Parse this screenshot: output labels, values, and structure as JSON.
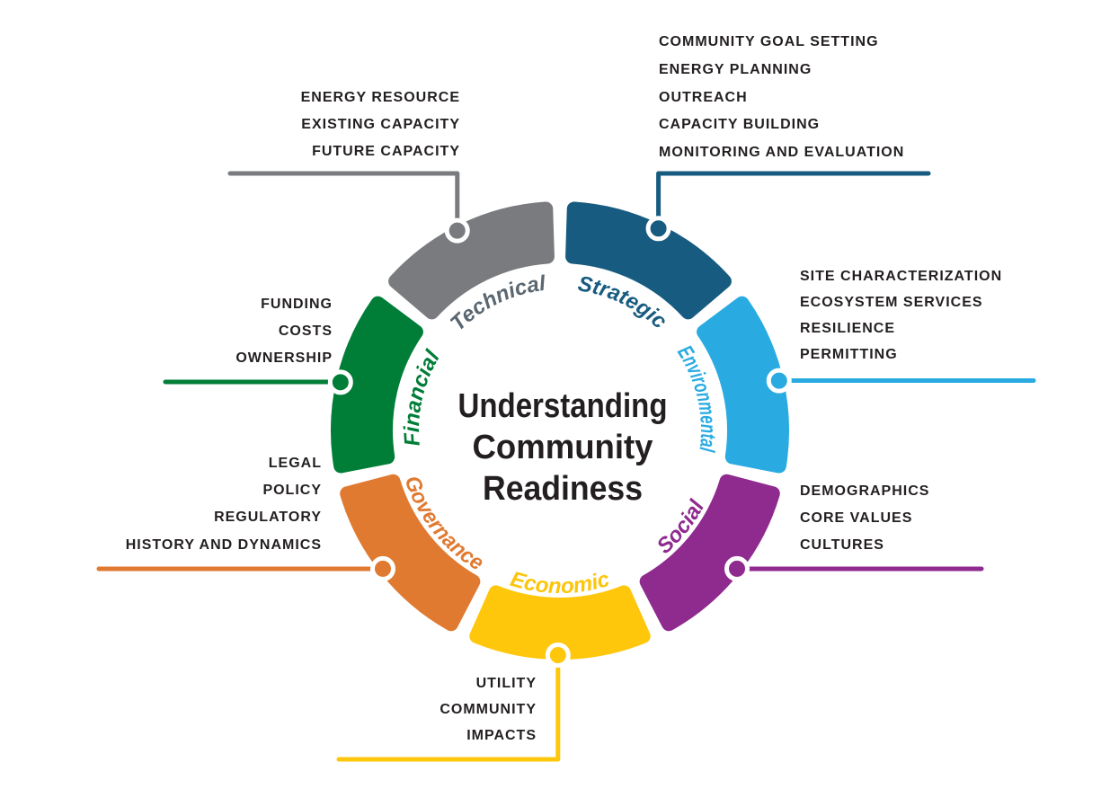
{
  "title": {
    "lines": [
      "Understanding",
      "Community",
      "Readiness"
    ],
    "color": "#231f20"
  },
  "list_text_color": "#231f20",
  "background_color": "#ffffff",
  "segments": [
    {
      "id": "strategic",
      "label": "Strategic",
      "color": "#175c80",
      "label_color": "#175c80",
      "items": [
        "COMMUNITY GOAL SETTING",
        "ENERGY PLANNING",
        "OUTREACH",
        "CAPACITY BUILDING",
        "MONITORING AND EVALUATION"
      ]
    },
    {
      "id": "environmental",
      "label": "Environmental",
      "color": "#29abe2",
      "label_color": "#29abe2",
      "items": [
        "SITE CHARACTERIZATION",
        "ECOSYSTEM SERVICES",
        "RESILIENCE",
        "PERMITTING"
      ]
    },
    {
      "id": "social",
      "label": "Social",
      "color": "#8f2a8f",
      "label_color": "#8f2a8f",
      "items": [
        "DEMOGRAPHICS",
        "CORE VALUES",
        "CULTURES"
      ]
    },
    {
      "id": "economic",
      "label": "Economic",
      "color": "#fec70b",
      "label_color": "#fdc50a",
      "items": [
        "UTILITY",
        "COMMUNITY",
        "IMPACTS"
      ]
    },
    {
      "id": "governance",
      "label": "Governance",
      "color": "#e07a31",
      "label_color": "#e07a31",
      "items": [
        "LEGAL",
        "POLICY",
        "REGULATORY",
        "HISTORY AND DYNAMICS"
      ]
    },
    {
      "id": "financial",
      "label": "Financial",
      "color": "#007d37",
      "label_color": "#007d37",
      "items": [
        "FUNDING",
        "COSTS",
        "OWNERSHIP"
      ]
    },
    {
      "id": "technical",
      "label": "Technical",
      "color": "#797b7e",
      "label_color": "#5a6771",
      "items": [
        "ENERGY RESOURCE",
        "EXISTING CAPACITY",
        "FUTURE CAPACITY"
      ]
    }
  ]
}
